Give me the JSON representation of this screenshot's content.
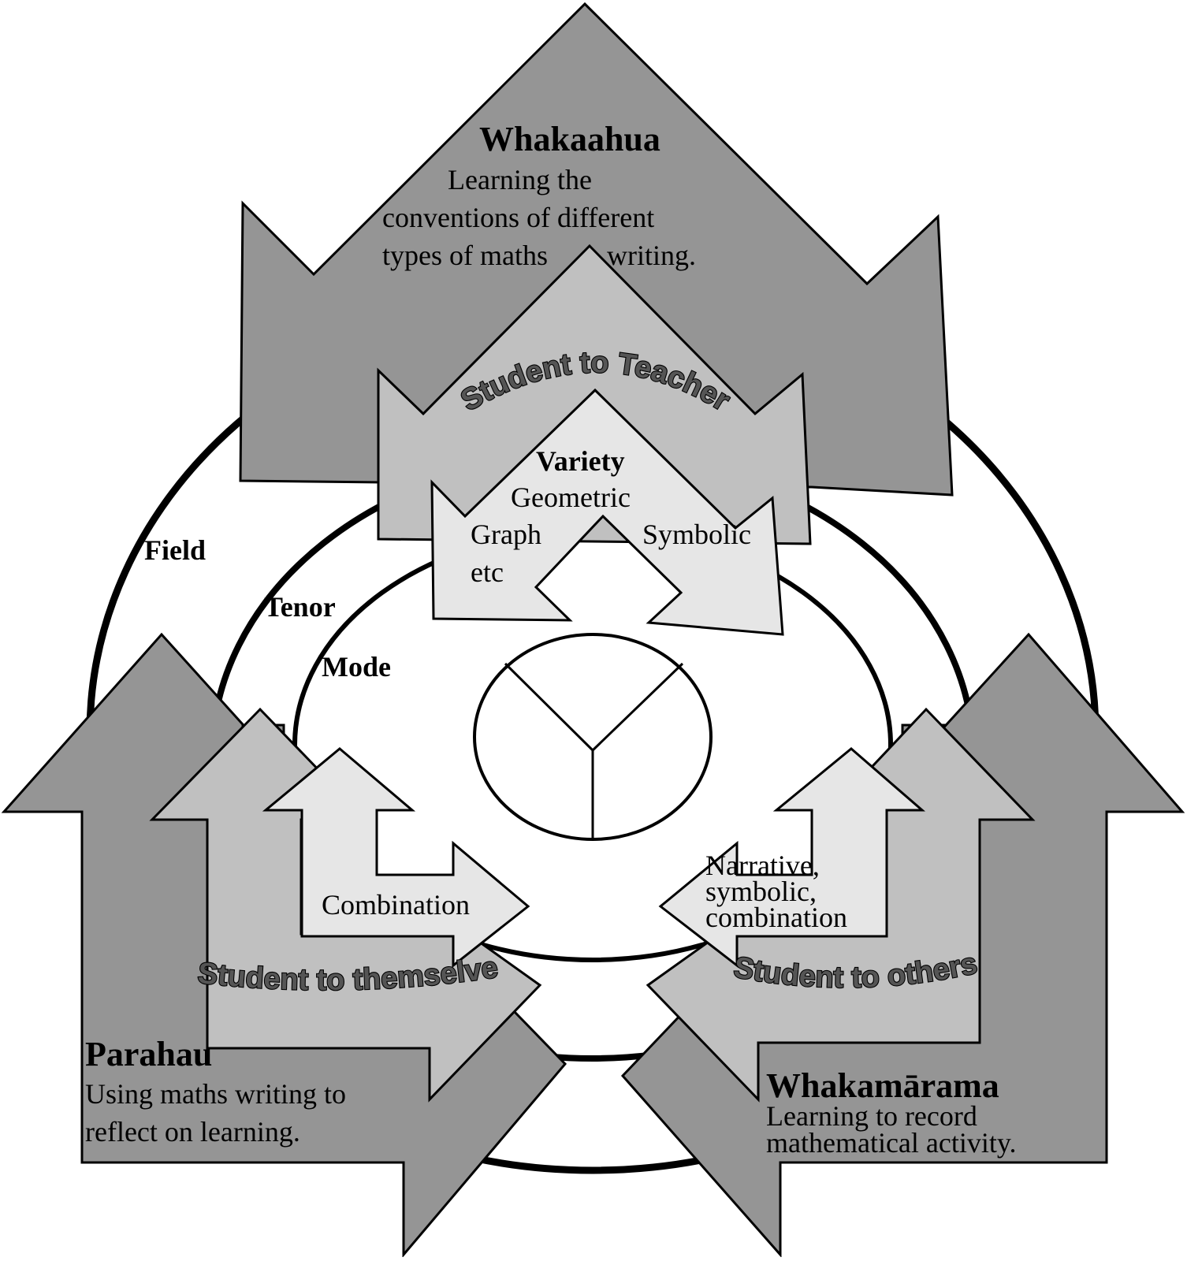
{
  "whakaahua": {
    "title": "Whakaahua",
    "line1": "Learning the",
    "line2": "conventions of different",
    "line3": "types of maths",
    "line3b": "writing."
  },
  "parahau": {
    "title": "Parahau",
    "line1": "Using maths writing to",
    "line2": "reflect on learning."
  },
  "whakamarama": {
    "title": "Whakamārama",
    "line1": "Learning to record",
    "line2": "mathematical activity."
  },
  "rings": {
    "field": "Field",
    "tenor": "Tenor",
    "mode": "Mode"
  },
  "audiences": {
    "teacher": "Student to Teacher",
    "themselves": "Student to themselves",
    "others": "Student to others"
  },
  "variety": {
    "title": "Variety",
    "geometric": "Geometric",
    "graph": "Graph",
    "etc": "etc",
    "symbolic": "Symbolic"
  },
  "combination": "Combination",
  "narrative": {
    "line1": "Narrative,",
    "line2": "symbolic,",
    "line3": "combination"
  },
  "colors": {
    "dark": "#959595",
    "medium": "#c0c0c0",
    "light": "#e6e6e6",
    "stroke": "#000000",
    "background": "#ffffff"
  }
}
